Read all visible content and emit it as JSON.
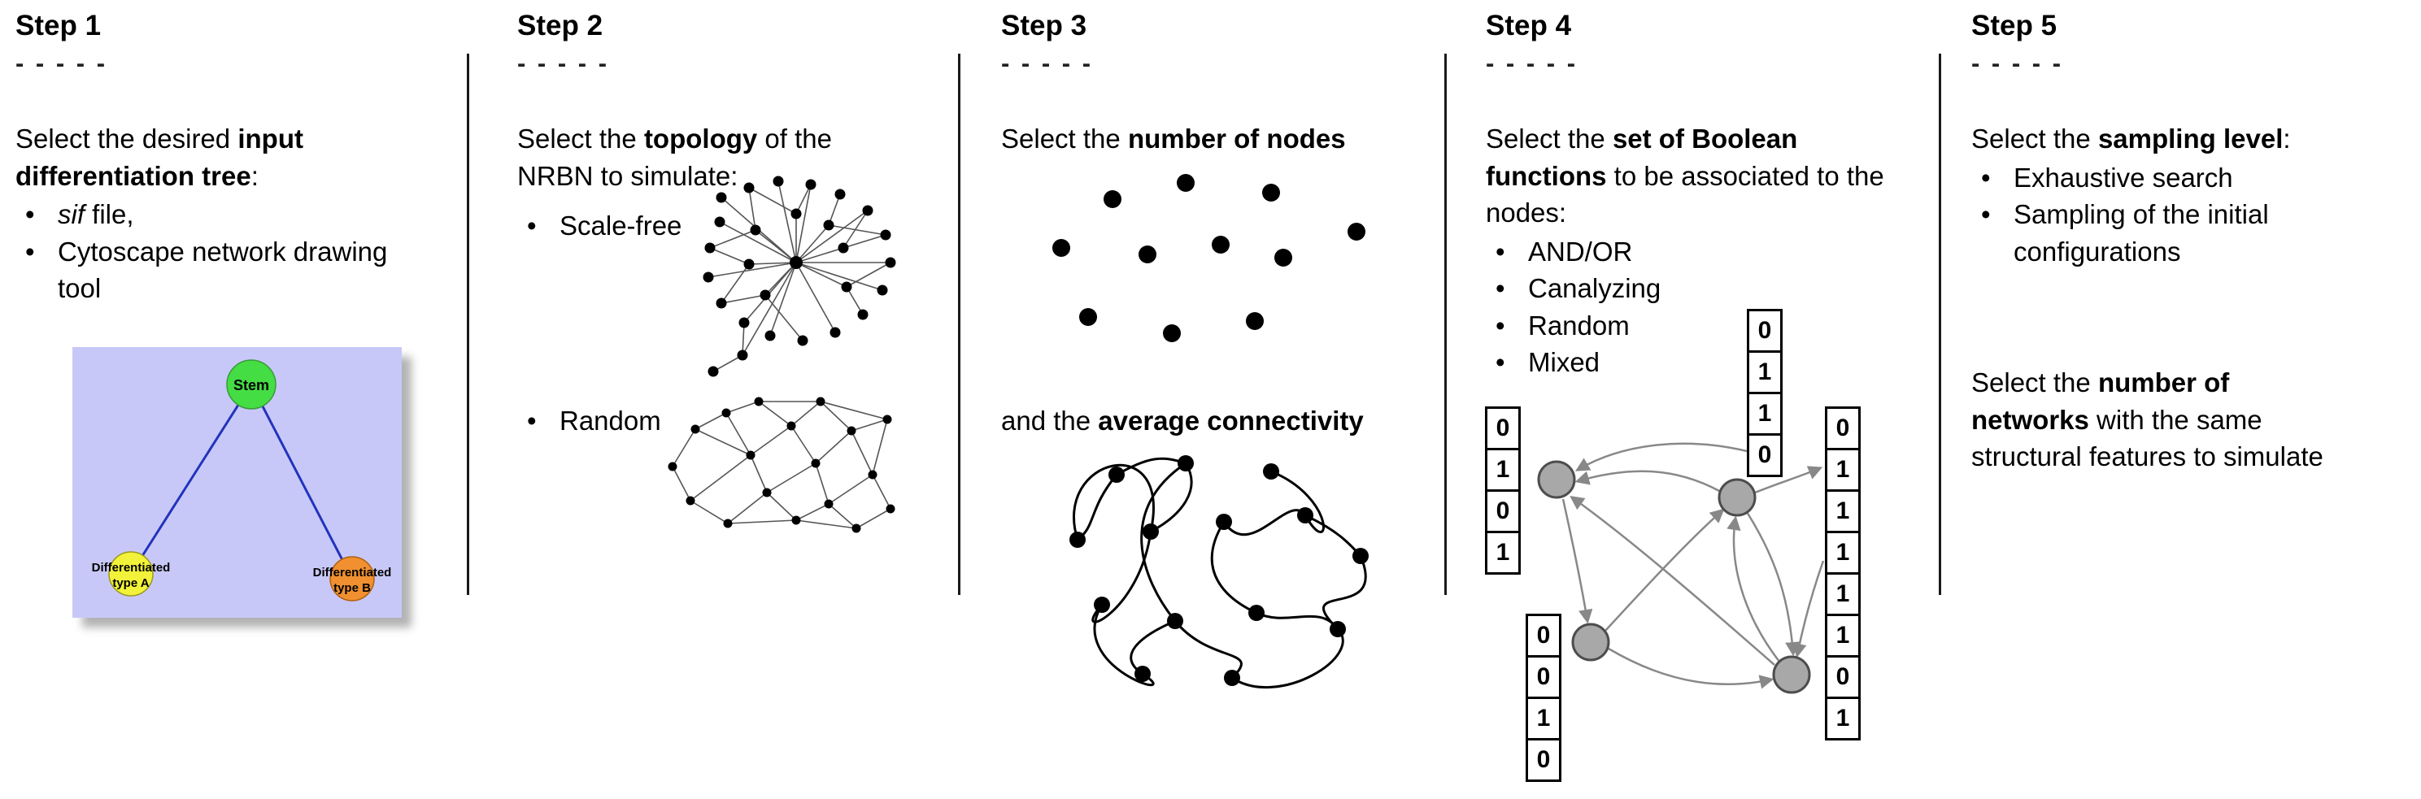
{
  "ui": {
    "bullet": "•"
  },
  "figure": {
    "background": "#ffffff",
    "divider_color": "#1a1a1a"
  },
  "steps": [
    {
      "title": "Step 1",
      "dashes": "- - - - -",
      "intro": [
        {
          "t": "Select the desired "
        },
        {
          "t": "input differentiation tree",
          "b": true
        },
        {
          "t": ":"
        }
      ],
      "bullets": [
        {
          "rich": [
            {
              "t": "sif",
              "i": true
            },
            {
              "t": " file,"
            }
          ]
        },
        {
          "rich": [
            {
              "t": "Cytoscape network drawing tool"
            }
          ]
        }
      ],
      "tree": {
        "stem_label": "Stem",
        "type_a_line1": "Differentiated",
        "type_a_line2": "type A",
        "type_b_line1": "Differentiated",
        "type_b_line2": "type B",
        "colors": {
          "panel": "#c8c8f8",
          "stem": "#44dd44",
          "type_a": "#f2f23a",
          "type_b": "#f09030",
          "edge": "#2233bb"
        }
      }
    },
    {
      "title": "Step 2",
      "dashes": "- - - - -",
      "intro": [
        {
          "t": "Select the "
        },
        {
          "t": "topology",
          "b": true
        },
        {
          "t": " of the NRBN to simulate:"
        }
      ],
      "bullets": [
        {
          "rich": [
            {
              "t": "Scale-free"
            }
          ]
        },
        {
          "rich": [
            {
              "t": "Random"
            }
          ]
        }
      ]
    },
    {
      "title": "Step 3",
      "dashes": "- - - - -",
      "intro": [
        {
          "t": "Select the "
        },
        {
          "t": "number of nodes",
          "b": true
        }
      ],
      "intro2": [
        {
          "t": "and the "
        },
        {
          "t": "average connectivity",
          "b": true
        }
      ]
    },
    {
      "title": "Step 4",
      "dashes": "- - - - -",
      "intro": [
        {
          "t": "Select the "
        },
        {
          "t": "set of Boolean functions",
          "b": true
        },
        {
          "t": " to be associated to the nodes:"
        }
      ],
      "bullets": [
        {
          "rich": [
            {
              "t": "AND/OR"
            }
          ]
        },
        {
          "rich": [
            {
              "t": "Canalyzing"
            }
          ]
        },
        {
          "rich": [
            {
              "t": "Random"
            }
          ]
        },
        {
          "rich": [
            {
              "t": "Mixed"
            }
          ]
        }
      ],
      "node_color": "#a8a8a8",
      "tables": [
        {
          "name": "top",
          "values": [
            "0",
            "1",
            "1",
            "0"
          ]
        },
        {
          "name": "left",
          "values": [
            "0",
            "1",
            "0",
            "1"
          ]
        },
        {
          "name": "bottom-left",
          "values": [
            "0",
            "0",
            "1",
            "0"
          ]
        },
        {
          "name": "right",
          "values": [
            "0",
            "1",
            "1",
            "1",
            "1",
            "1",
            "0",
            "1"
          ]
        }
      ]
    },
    {
      "title": "Step 5",
      "dashes": "- - - - -",
      "intro": [
        {
          "t": "Select the "
        },
        {
          "t": "sampling level",
          "b": true
        },
        {
          "t": ":"
        }
      ],
      "bullets": [
        {
          "rich": [
            {
              "t": "Exhaustive search"
            }
          ]
        },
        {
          "rich": [
            {
              "t": "Sampling of the initial configurations"
            }
          ]
        }
      ],
      "paragraph2": [
        {
          "t": "Select the "
        },
        {
          "t": "number of networks",
          "b": true
        },
        {
          "t": " with the same structural features to simulate"
        }
      ]
    }
  ]
}
